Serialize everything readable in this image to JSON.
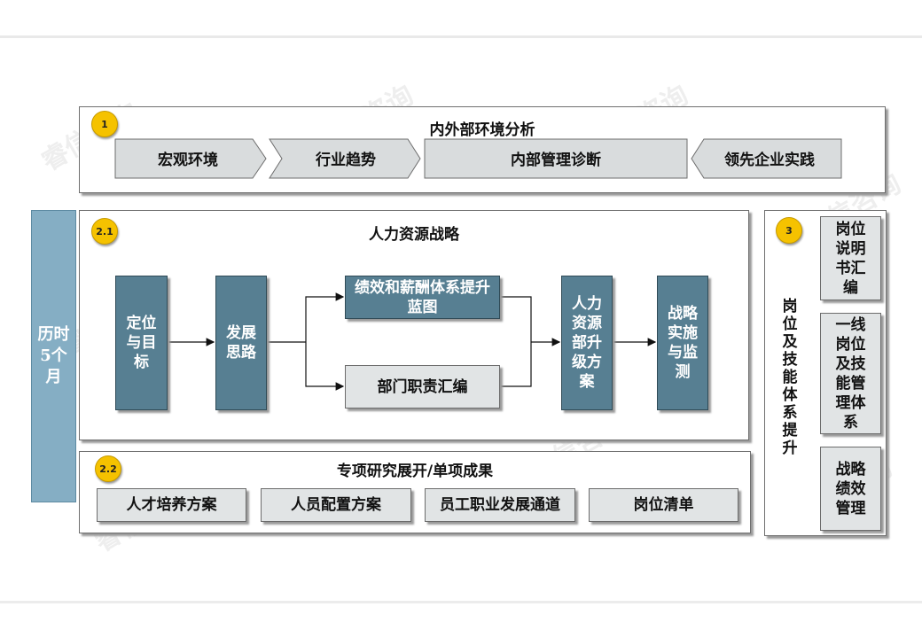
{
  "watermark": "睿信咨询",
  "colors": {
    "dark_box": "#577f92",
    "light_box": "#e1e4e5",
    "sidebar": "#85aec4",
    "badge": "#f5c200"
  },
  "sidebar_label": "历时5个月",
  "section1": {
    "badge": "1",
    "title": "内外部环境分析",
    "items": [
      "宏观环境",
      "行业趋势",
      "内部管理诊断",
      "领先企业实践"
    ]
  },
  "section21": {
    "badge": "2.1",
    "title": "人力资源战略",
    "nodes": {
      "positioning": "定位与目标",
      "thinking": "发展思路",
      "blueprint": "绩效和薪酬体系提升蓝图",
      "duties": "部门职责汇编",
      "hr_plan": "人力资源部升级方案",
      "strategy": "战略实施与监测"
    }
  },
  "section22": {
    "badge": "2.2",
    "title": "专项研究展开/单项成果",
    "items": [
      "人才培养方案",
      "人员配置方案",
      "员工职业发展通道",
      "岗位清单"
    ]
  },
  "section3": {
    "badge": "3",
    "vertical_title": "岗位及技能体系提升",
    "items": [
      "岗位说明书汇编",
      "一线岗位及技能管理体系",
      "战略绩效管理"
    ]
  }
}
